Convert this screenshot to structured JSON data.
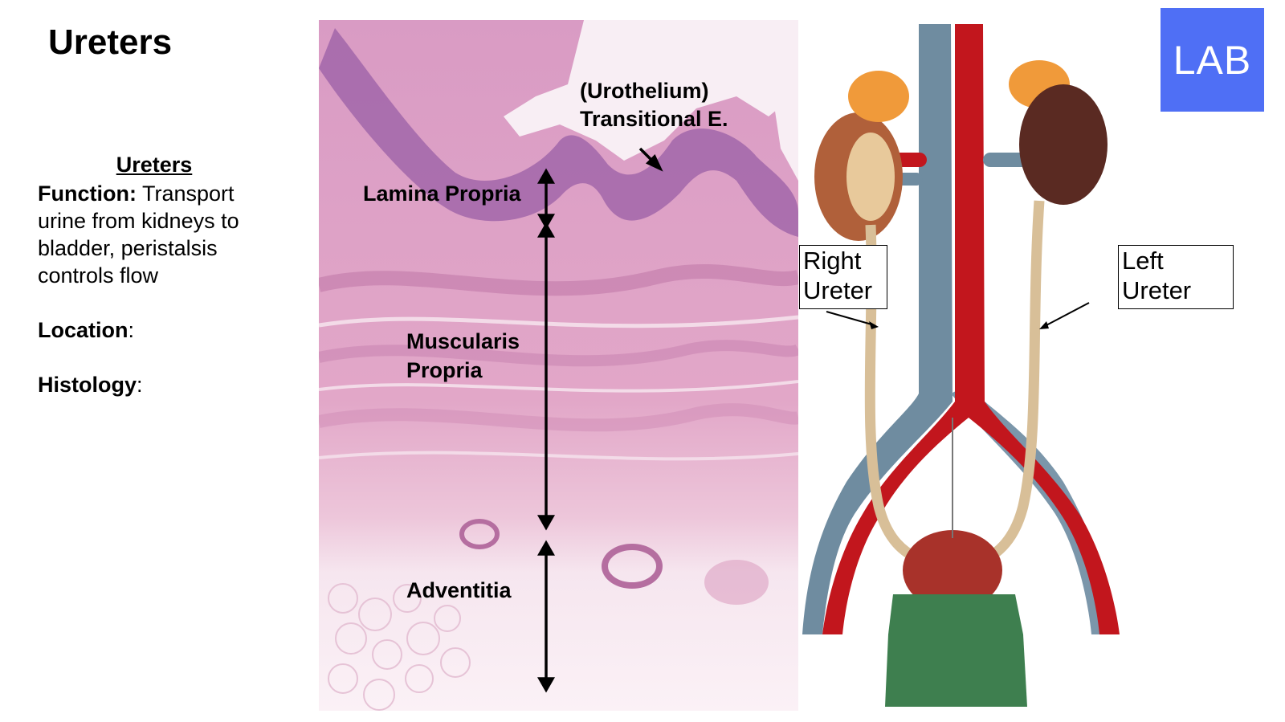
{
  "slide": {
    "title": "Ureters"
  },
  "text_panel": {
    "heading": "Ureters",
    "function_label": "Function:",
    "function_text": " Transport urine from kidneys to bladder, peristalsis controls flow",
    "location_label": "Location",
    "location_suffix": ":",
    "histology_label": "Histology",
    "histology_suffix": ":"
  },
  "histology_image": {
    "labels": {
      "urothelium_paren": "(Urothelium)",
      "transitional": "Transitional E.",
      "lamina_propria": "Lamina Propria",
      "muscularis_line1": "Muscularis",
      "muscularis_line2": "Propria",
      "adventitia": "Adventitia"
    }
  },
  "anatomical_model": {
    "right_ureter_line1": "Right",
    "right_ureter_line2": "Ureter",
    "left_ureter_line1": "Left",
    "left_ureter_line2": "Ureter"
  },
  "logo": {
    "text": "LAB",
    "color": "#4f6ff5"
  }
}
